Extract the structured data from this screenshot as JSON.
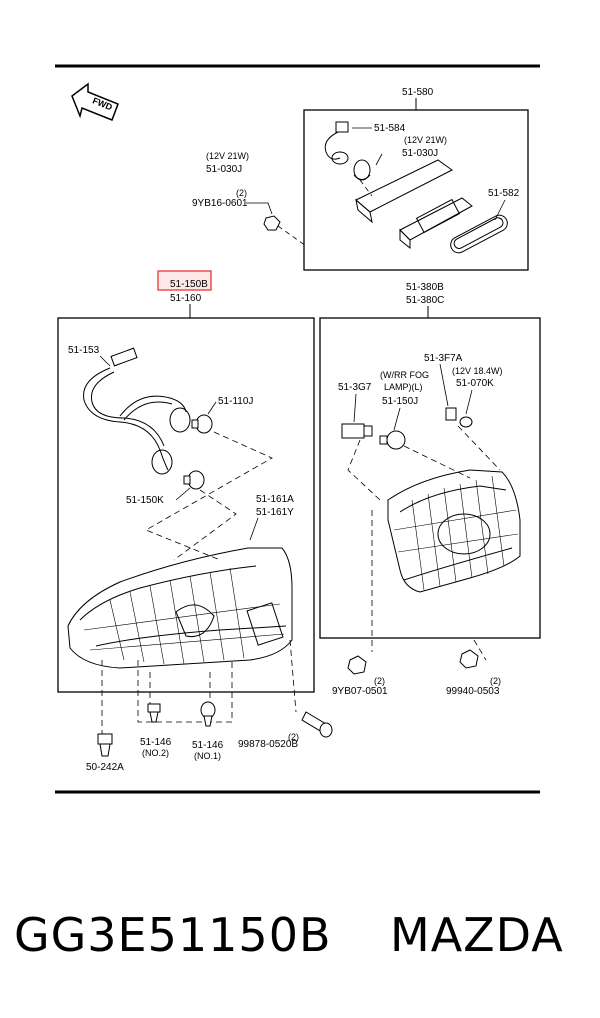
{
  "diagram": {
    "fwd_label": "FWD",
    "top_box": {
      "title": "51-580",
      "part_584": "51-584",
      "part_030j_spec": "(12V 21W)",
      "part_030j": "51-030J",
      "part_582": "51-582"
    },
    "left_spec": "(12V 21W)",
    "left_030j": "51-030J",
    "qty_9yb16": "(2)",
    "part_9yb16": "9YB16-0601",
    "highlight_part": "51-150B",
    "part_51_160": "51-160",
    "left_box": {
      "part_153": "51-153",
      "part_110j": "51-110J",
      "part_150k": "51-150K",
      "part_161a": "51-161A",
      "part_161y": "51-161Y"
    },
    "right_header_1": "51-380B",
    "right_header_2": "51-380C",
    "right_box": {
      "part_3f7a": "51-3F7A",
      "spec_18w": "(12V 18.4W)",
      "part_070k": "51-070K",
      "fog_line1": "(W/RR FOG",
      "fog_line2": "LAMP)(L)",
      "part_3g7": "51-3G7",
      "part_150j": "51-150J"
    },
    "qty_9yb07": "(2)",
    "part_9yb07": "9YB07-0501",
    "qty_99940": "(2)",
    "part_99940": "99940-0503",
    "qty_99878": "(2)",
    "part_99878": "99878-0520B",
    "part_50_242a": "50-242A",
    "part_146_a": "51-146",
    "note_no2": "(NO.2)",
    "part_146_b": "51-146",
    "note_no1": "(NO.1)"
  },
  "footer": {
    "part_number": "GG3E51150B",
    "brand": "MAZDA"
  },
  "colors": {
    "highlight": "#e53935"
  }
}
